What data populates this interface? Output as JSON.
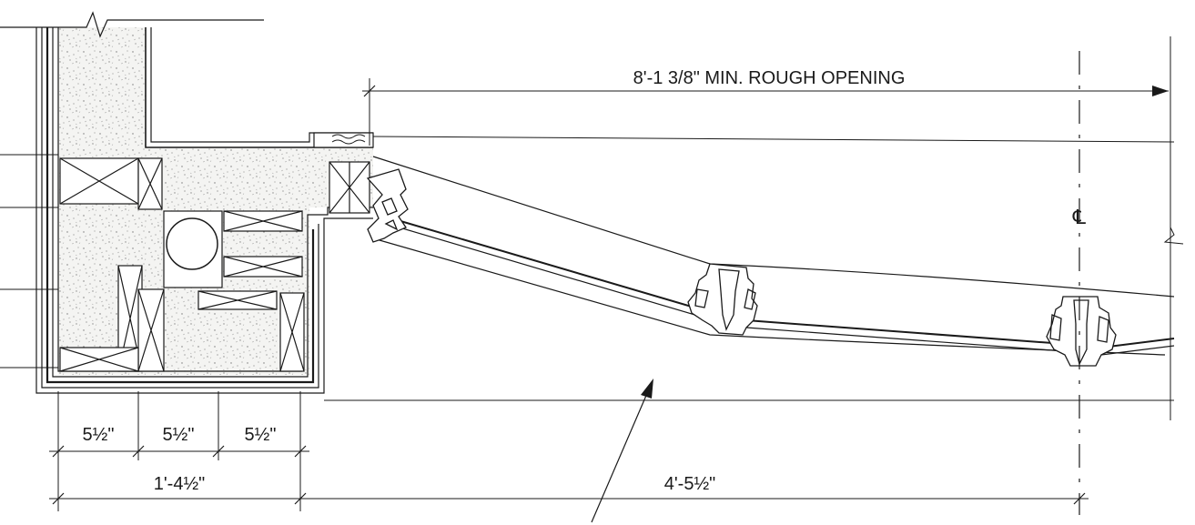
{
  "rough_opening_label": "8'-1 3/8\" MIN. ROUGH OPENING",
  "centerline_symbol": "℄",
  "dim_a": "5½\"",
  "dim_b": "5½\"",
  "dim_c": "5½\"",
  "dim_total_left": "1'-4½\"",
  "dim_right": "4'-5½\""
}
